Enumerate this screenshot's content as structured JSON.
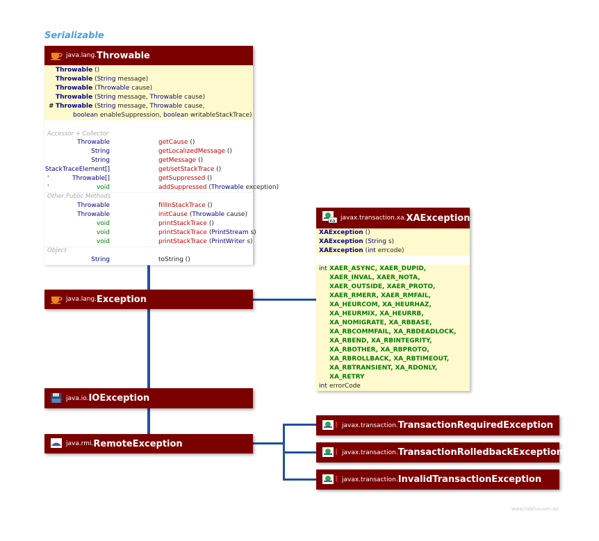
{
  "interface_label": "Serializable",
  "throwable": {
    "pkg": "java.lang.",
    "name": "Throwable",
    "constructors": [
      {
        "marker": "",
        "name": "Throwable",
        "params": "()"
      },
      {
        "marker": "",
        "name": "Throwable",
        "params_parts": [
          "(",
          "String",
          " message)"
        ]
      },
      {
        "marker": "",
        "name": "Throwable",
        "params_parts": [
          "(",
          "Throwable",
          " cause)"
        ]
      },
      {
        "marker": "",
        "name": "Throwable",
        "params_parts": [
          "(",
          "String",
          " message, ",
          "Throwable",
          " cause)"
        ]
      },
      {
        "marker": "#",
        "name": "Throwable",
        "params_parts": [
          "(",
          "String",
          " message, ",
          "Throwable",
          " cause,"
        ]
      }
    ],
    "ctor_continuation_parts": [
      "boolean",
      " enableSuppression, ",
      "boolean",
      " writableStackTrace)"
    ],
    "section_accessor": "Accessor + Collector",
    "accessors": [
      {
        "ret": "Throwable",
        "name": "getCause",
        "params": " ()"
      },
      {
        "ret": "String",
        "name": "getLocalizedMessage",
        "params": " ()"
      },
      {
        "ret": "String",
        "name": "getMessage",
        "params": " ()"
      },
      {
        "ret": "StackTraceElement[]",
        "name": "get/setStackTrace",
        "params": " ()"
      },
      {
        "ret": "Throwable[]",
        "name": "getSuppressed",
        "params": " ()"
      },
      {
        "ret": "void",
        "name": "addSuppressed",
        "params_parts": [
          " (",
          "Throwable",
          " exception)"
        ]
      }
    ],
    "section_other": "Other Public Methods",
    "others": [
      {
        "ret": "Throwable",
        "name": "fillInStackTrace",
        "params": " ()"
      },
      {
        "ret": "Throwable",
        "name": "initCause",
        "params_parts": [
          " (",
          "Throwable",
          " cause)"
        ]
      },
      {
        "ret": "void",
        "name": "printStackTrace",
        "params": " ()"
      },
      {
        "ret": "void",
        "name": "printStackTrace",
        "params_parts": [
          " (",
          "PrintStream",
          " s)"
        ]
      },
      {
        "ret": "void",
        "name": "printStackTrace",
        "params_parts": [
          " (",
          "PrintWriter",
          " s)"
        ]
      }
    ],
    "section_object": "Object",
    "object_methods": [
      {
        "ret": "String",
        "name": "toString",
        "params": " ()"
      }
    ]
  },
  "exception": {
    "pkg": "java.lang.",
    "name": "Exception"
  },
  "ioexception": {
    "pkg": "java.io.",
    "name": "IOException"
  },
  "remoteexception": {
    "pkg": "java.rmi.",
    "name": "RemoteException"
  },
  "xaexception": {
    "pkg": "javax.transaction.xa.",
    "name": "XAException",
    "constructors": [
      {
        "name": "XAException",
        "params": " ()"
      },
      {
        "name": "XAException",
        "params_parts": [
          " (",
          "String",
          " s)"
        ]
      },
      {
        "name": "XAException",
        "params_parts": [
          " (",
          "int",
          " errcode)"
        ]
      }
    ],
    "field_type": "int",
    "fields": [
      "XAER_ASYNC, XAER_DUPID,",
      "XAER_INVAL, XAER_NOTA,",
      "XAER_OUTSIDE, XAER_PROTO,",
      "XAER_RMERR, XAER_RMFAIL,",
      "XA_HEURCOM, XA_HEURHAZ,",
      "XA_HEURMIX, XA_HEURRB,",
      "XA_NOMIGRATE, XA_RBBASE,",
      "XA_RBCOMMFAIL, XA_RBDEADLOCK,",
      "XA_RBEND, XA_RBINTEGRITY,",
      "XA_RBOTHER, XA_RBPROTO,",
      "XA_RBROLLBACK, XA_RBTIMEOUT,",
      "XA_RBTRANSIENT, XA_RDONLY,",
      "XA_RETRY"
    ],
    "error_code_type": "int",
    "error_code_name": "errorCode"
  },
  "subclasses": [
    {
      "pkg": "javax.transaction.",
      "name": "TransactionRequiredException"
    },
    {
      "pkg": "javax.transaction.",
      "name": "TransactionRolledbackException"
    },
    {
      "pkg": "javax.transaction.",
      "name": "InvalidTransactionException"
    }
  ],
  "watermark": "www.falkhausen.de",
  "colors": {
    "header": "#7b0000",
    "ctor_bg": "#fffacd",
    "connector": "#1f4fa0",
    "interface": "#4a9ee8"
  }
}
